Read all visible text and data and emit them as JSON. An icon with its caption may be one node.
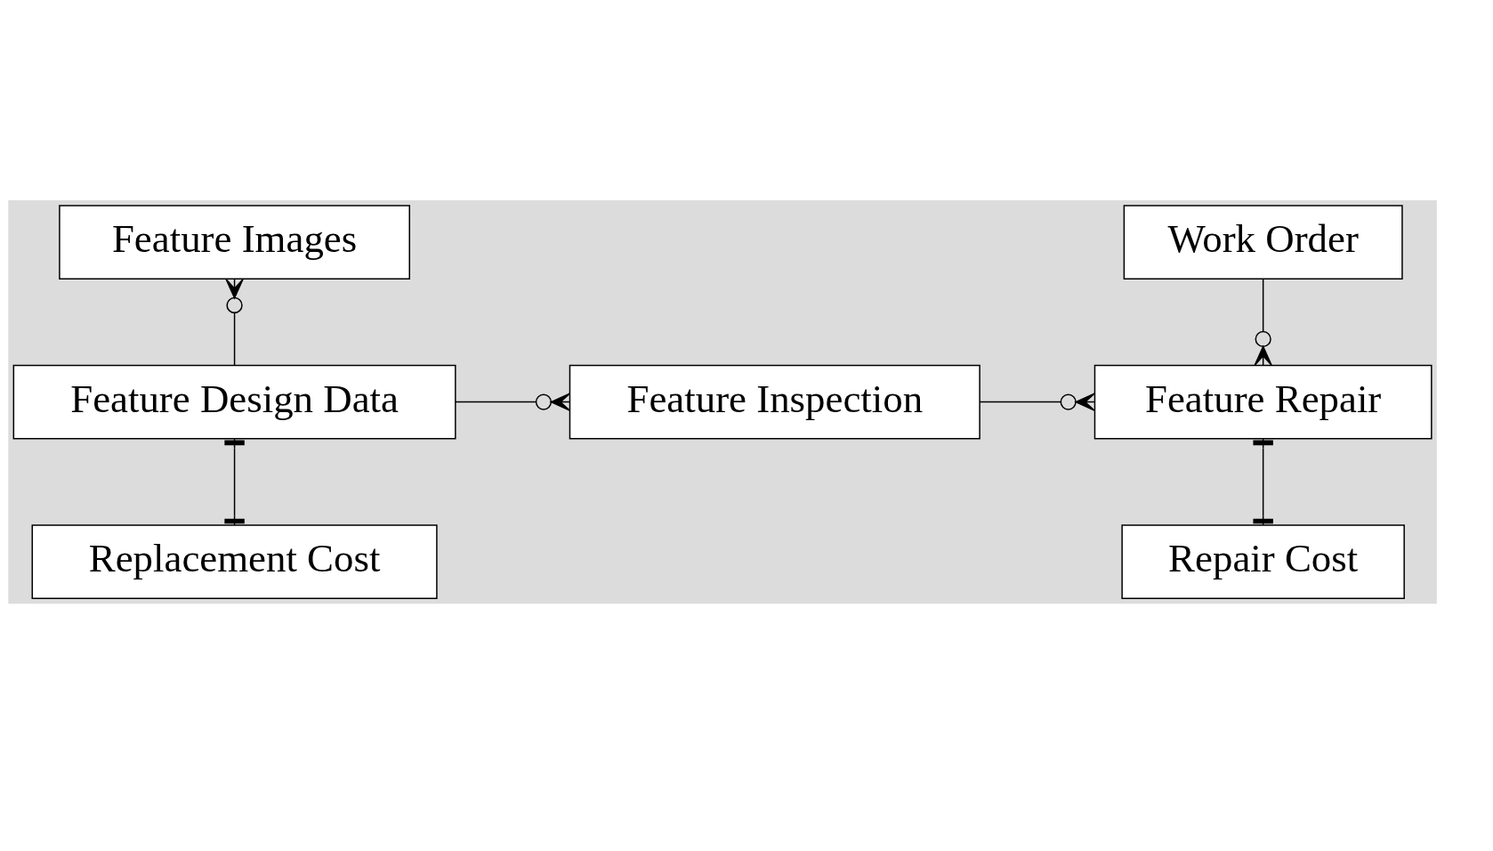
{
  "diagram": {
    "nodes": [
      {
        "text": [
          "Feature Images"
        ]
      },
      {
        "text": [
          "Work Order"
        ]
      },
      {
        "text": [
          "Feature Design Data"
        ]
      },
      {
        "text": [
          "Feature Inspection"
        ]
      },
      {
        "text": [
          "Feature Repair"
        ]
      },
      {
        "text": [
          "Replacement Cost"
        ]
      },
      {
        "text": [
          "Repair Cost"
        ]
      }
    ],
    "edges": [
      {
        "from": 0,
        "to": 2,
        "arrow": "other"
      },
      {
        "from": 1,
        "to": 4,
        "arrow": "other"
      },
      {
        "from": 2,
        "to": 3,
        "arrow": "other"
      },
      {
        "from": 3,
        "to": 4,
        "arrow": "other"
      },
      {
        "from": 2,
        "to": 5,
        "arrow": "other"
      },
      {
        "from": 4,
        "to": 6,
        "arrow": "other"
      }
    ]
  }
}
